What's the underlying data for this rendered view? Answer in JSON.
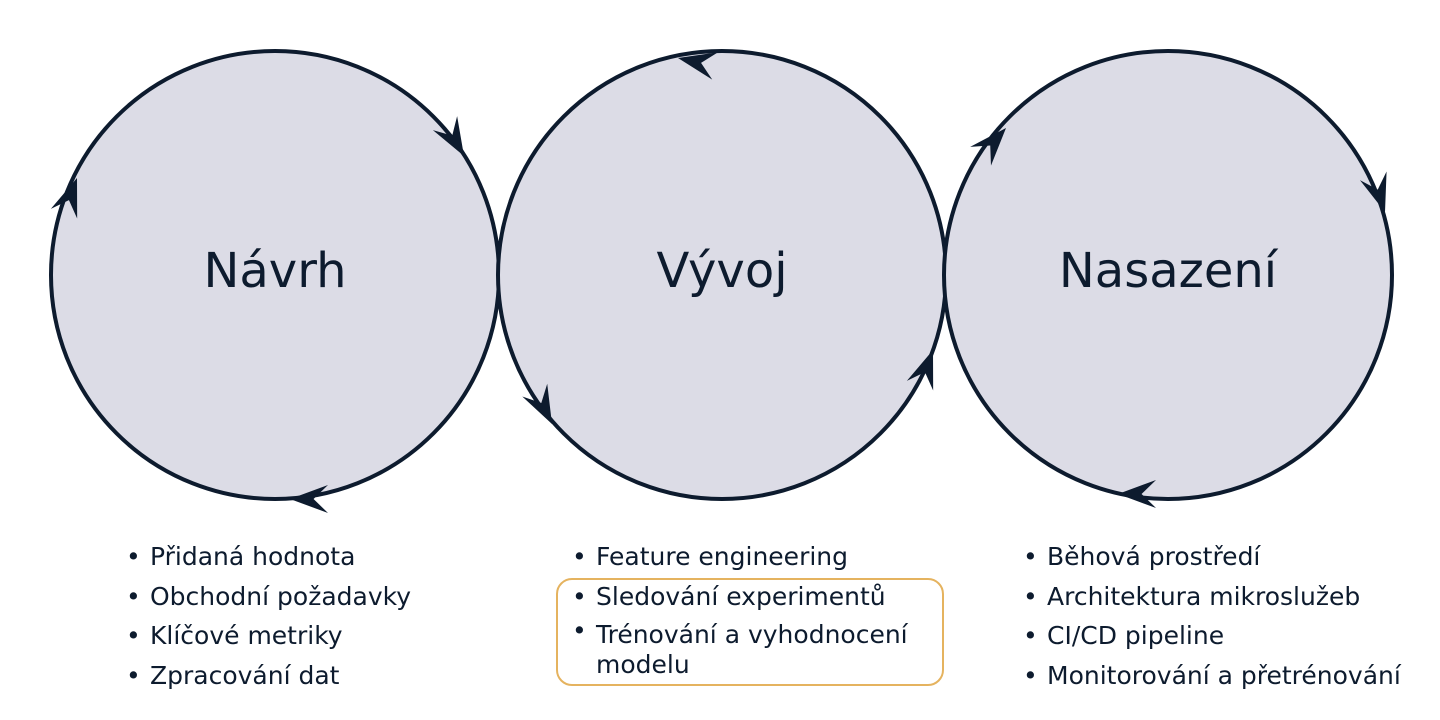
{
  "colors": {
    "circle_fill": "#dcdce6",
    "stroke": "#0d1b2e",
    "highlight_border": "#e5b35f"
  },
  "phases": [
    {
      "title": "Návrh",
      "items": [
        "Přidaná hodnota",
        "Obchodní požadavky",
        "Klíčové metriky",
        "Zpracování dat"
      ]
    },
    {
      "title": "Vývoj",
      "items": [
        "Feature engineering",
        "Sledování experimentů",
        "Trénování a vyhodnocení modelu"
      ],
      "highlighted_items": [
        "Sledování experimentů",
        "Trénování a vyhodnocení modelu"
      ]
    },
    {
      "title": "Nasazení",
      "items": [
        "Běhová prostředí",
        "Architektura mikroslužeb",
        "CI/CD pipeline",
        "Monitorování a přetrénování"
      ]
    }
  ]
}
